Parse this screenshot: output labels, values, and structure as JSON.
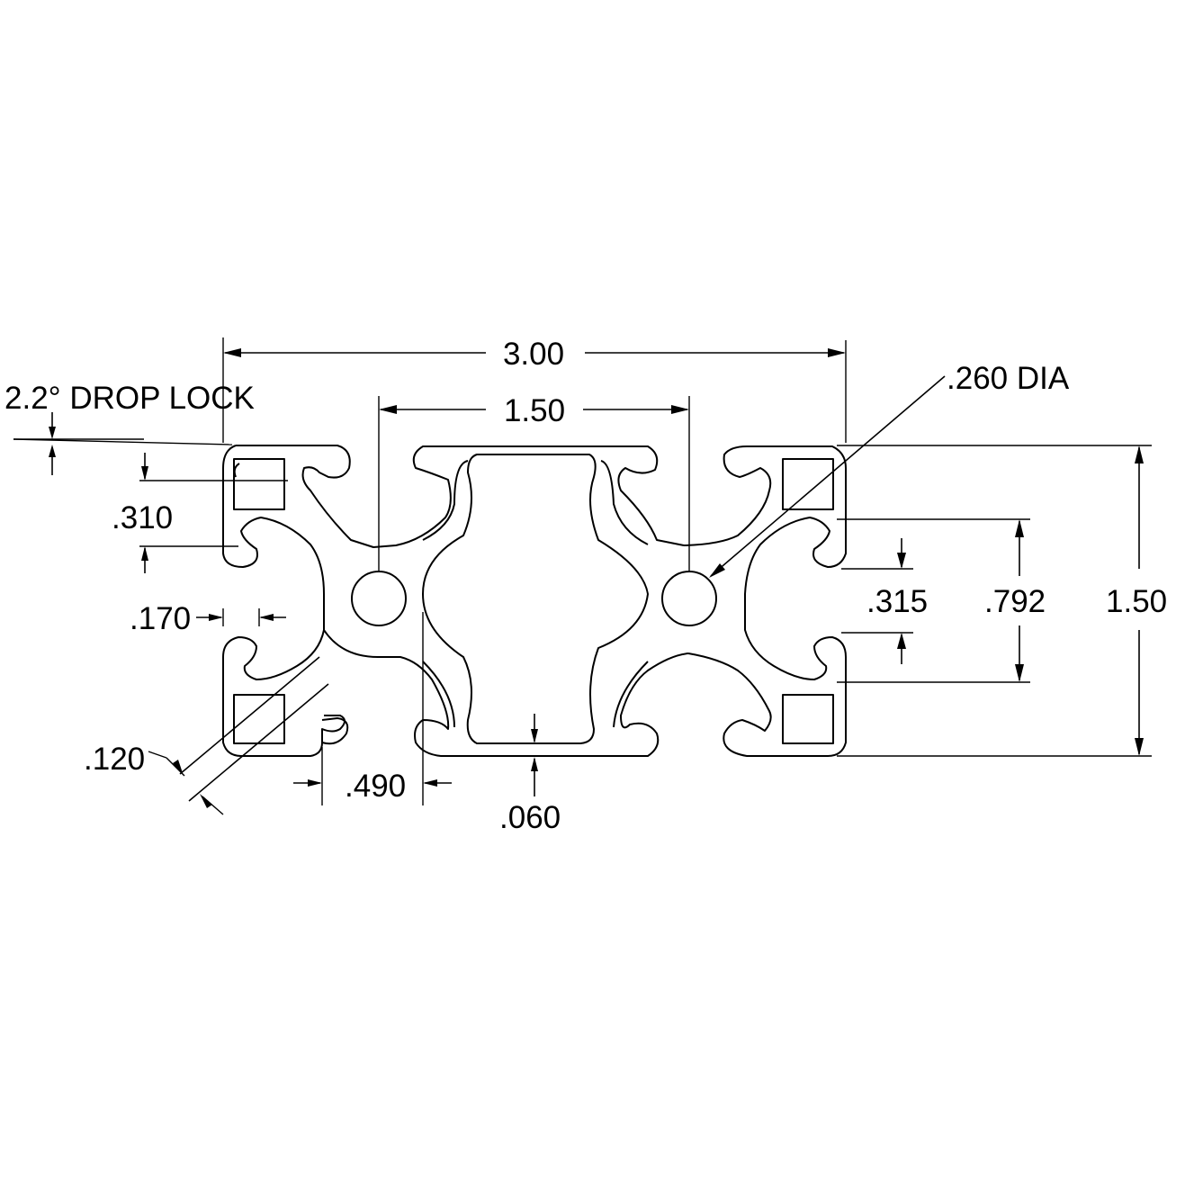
{
  "drawing": {
    "labels": {
      "overall_width": "3.00",
      "hole_spacing": "1.50",
      "hole_diameter": ".260 DIA",
      "drop_lock": "2.2° DROP LOCK",
      "slot_depth": ".310",
      "wall_offset": ".170",
      "wall_thickness_diag": ".120",
      "web_width": ".490",
      "core_wall": ".060",
      "slot_opening": ".315",
      "slot_width": ".792",
      "overall_height": "1.50"
    },
    "colors": {
      "line": "#000000",
      "background": "#ffffff"
    }
  }
}
